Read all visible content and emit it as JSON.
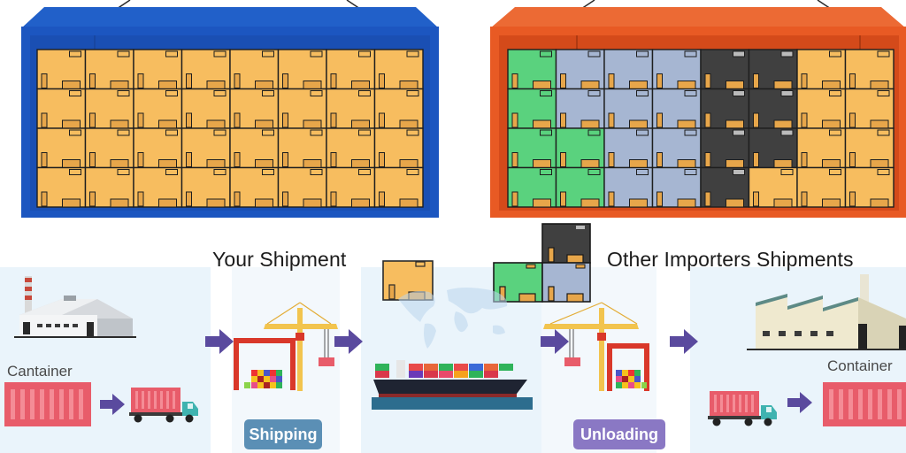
{
  "headings": {
    "your_shipment": "Your Shipment",
    "other_shipments": "Other Importers Shipments"
  },
  "labels": {
    "container_left": "Cantainer",
    "container_right": "Container"
  },
  "steps": [
    {
      "label": "Shipping",
      "color": "#5b8fb5"
    },
    {
      "label": "Unloading",
      "color": "#8a78c4"
    }
  ],
  "containers": {
    "fcl": {
      "frame_color": "#1e5bc6",
      "rows": 4,
      "cols": 8,
      "box_color": "#f7bd5f"
    },
    "lcl": {
      "frame_color": "#e85a24",
      "rows": 4,
      "cols": 8,
      "box_colors": {
        "green": "#5ad27e",
        "blue": "#a6b6d2",
        "dark": "#404040",
        "orange": "#f7bd5f"
      }
    }
  },
  "colors": {
    "arrow": "#5a4a9e",
    "container_red": "#e85c6a",
    "panel_bg": "#eaf4fb"
  }
}
